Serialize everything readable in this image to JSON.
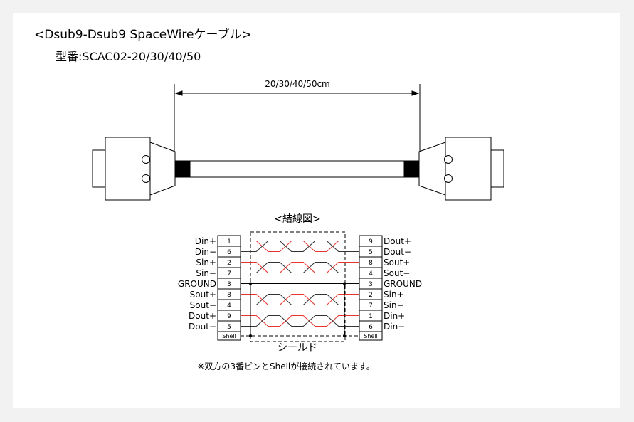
{
  "header": {
    "title": "<Dsub9-Dsub9 SpaceWireケーブル>",
    "model_label": "型番:",
    "model_number": "SCAC02-20/30/40/50"
  },
  "cable": {
    "length_label": "20/30/40/50cm"
  },
  "wiring": {
    "title": "<結線図>",
    "shield_label": "シールド",
    "shell_label": "Shell",
    "left_pins": [
      {
        "name": "Din+",
        "pin": "1"
      },
      {
        "name": "Din−",
        "pin": "6"
      },
      {
        "name": "Sin+",
        "pin": "2"
      },
      {
        "name": "Sin−",
        "pin": "7"
      },
      {
        "name": "GROUND",
        "pin": "3"
      },
      {
        "name": "Sout+",
        "pin": "8"
      },
      {
        "name": "Sout−",
        "pin": "4"
      },
      {
        "name": "Dout+",
        "pin": "9"
      },
      {
        "name": "Dout−",
        "pin": "5"
      }
    ],
    "right_pins": [
      {
        "name": "Dout+",
        "pin": "9"
      },
      {
        "name": "Dout−",
        "pin": "5"
      },
      {
        "name": "Sout+",
        "pin": "8"
      },
      {
        "name": "Sout−",
        "pin": "4"
      },
      {
        "name": "GROUND",
        "pin": "3"
      },
      {
        "name": "Sin+",
        "pin": "2"
      },
      {
        "name": "Sin−",
        "pin": "7"
      },
      {
        "name": "Din+",
        "pin": "1"
      },
      {
        "name": "Din−",
        "pin": "6"
      }
    ],
    "footnote": "※双方の3番ピンとShellが接続されています。"
  },
  "colors": {
    "background": "#f2f2f2",
    "sheet": "#ffffff",
    "wire_red": "#e8342d",
    "wire_black": "#333333"
  }
}
